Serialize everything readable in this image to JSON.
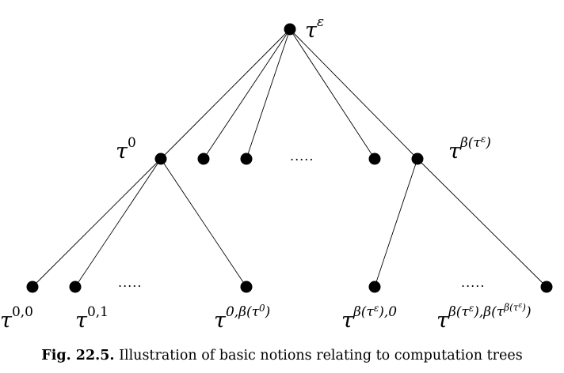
{
  "figure": {
    "nodes": {
      "root": {
        "base": "τ",
        "sup": "ε"
      },
      "level1_first": {
        "base": "τ",
        "sup": "0"
      },
      "level1_last": {
        "base": "τ",
        "sup": "β(τ",
        "sup_inner": "ε",
        "sup_close": ")"
      },
      "leaf_00": {
        "base": "τ",
        "sup": "0,0"
      },
      "leaf_01": {
        "base": "τ",
        "sup": "0,1"
      },
      "leaf_0b": {
        "base": "τ",
        "sup": "0,β(τ",
        "sup_inner": "0",
        "sup_close": ")"
      },
      "leaf_b0": {
        "base": "τ",
        "sup": "β(τ",
        "sup_inner": "ε",
        "sup_close": "),0"
      },
      "leaf_bb": {
        "base": "τ",
        "sup": "β(τ",
        "sup_inner": "ε",
        "sup_mid": "),β(τ",
        "sup_inner2": "β(τ",
        "sup_inner3": "ε",
        "sup_close_inner": ")",
        "sup_close": ")"
      }
    },
    "ellipses": {
      "level1": ".....",
      "leaves_left": ".....",
      "leaves_right": "....."
    }
  },
  "caption": {
    "label": "Fig. 22.5.",
    "text": "Illustration of basic notions relating to computation trees"
  }
}
